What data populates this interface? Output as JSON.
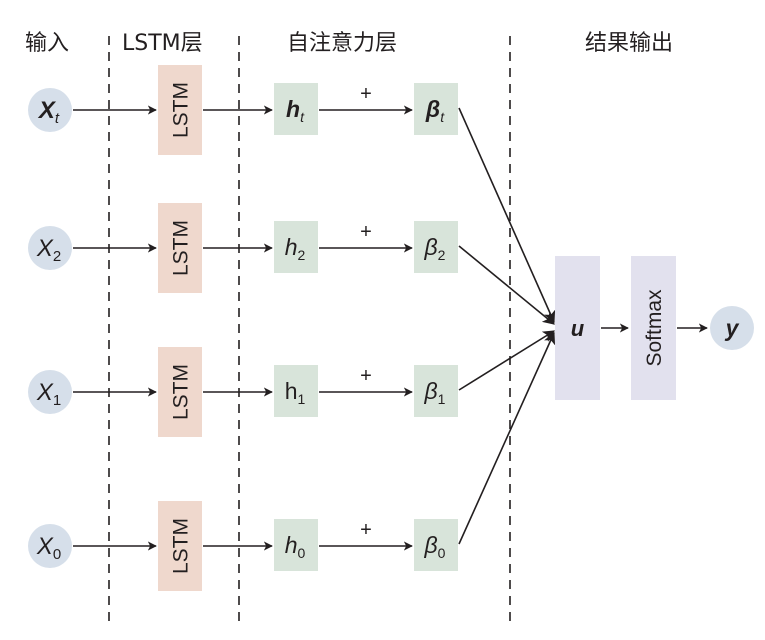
{
  "headers": {
    "input": "输入",
    "lstm_layer": "LSTM层",
    "attention_layer": "自注意力层",
    "output": "结果输出"
  },
  "colors": {
    "input_node": "#d6dfea",
    "lstm_box": "#efd8cd",
    "attention_box": "#d8e4da",
    "output_box": "#e2e1ee",
    "line": "#231f20"
  },
  "rows": [
    {
      "input": {
        "base": "X",
        "sub": "t",
        "bold": true
      },
      "lstm": "LSTM",
      "hidden": {
        "base": "h",
        "sub": "t",
        "bold": true,
        "italic": true
      },
      "plus": "+",
      "beta": {
        "base": "β",
        "sub": "t",
        "bold": true,
        "italic": true
      }
    },
    {
      "input": {
        "base": "X",
        "sub": "2",
        "bold": false
      },
      "lstm": "LSTM",
      "hidden": {
        "base": "h",
        "sub": "2",
        "bold": false,
        "italic": true
      },
      "plus": "+",
      "beta": {
        "base": "β",
        "sub": "2",
        "bold": false,
        "italic": true
      }
    },
    {
      "input": {
        "base": "X",
        "sub": "1",
        "bold": false
      },
      "lstm": "LSTM",
      "hidden": {
        "base": "h",
        "sub": "1",
        "bold": false,
        "italic": false
      },
      "plus": "+",
      "beta": {
        "base": "β",
        "sub": "1",
        "bold": false,
        "italic": true
      }
    },
    {
      "input": {
        "base": "X",
        "sub": "0",
        "bold": false
      },
      "lstm": "LSTM",
      "hidden": {
        "base": "h",
        "sub": "0",
        "bold": false,
        "italic": true
      },
      "plus": "+",
      "beta": {
        "base": "β",
        "sub": "0",
        "bold": false,
        "italic": true
      }
    }
  ],
  "aggregate": {
    "label": "u"
  },
  "softmax": {
    "label": "Softmax"
  },
  "output_node": {
    "label": "y"
  }
}
